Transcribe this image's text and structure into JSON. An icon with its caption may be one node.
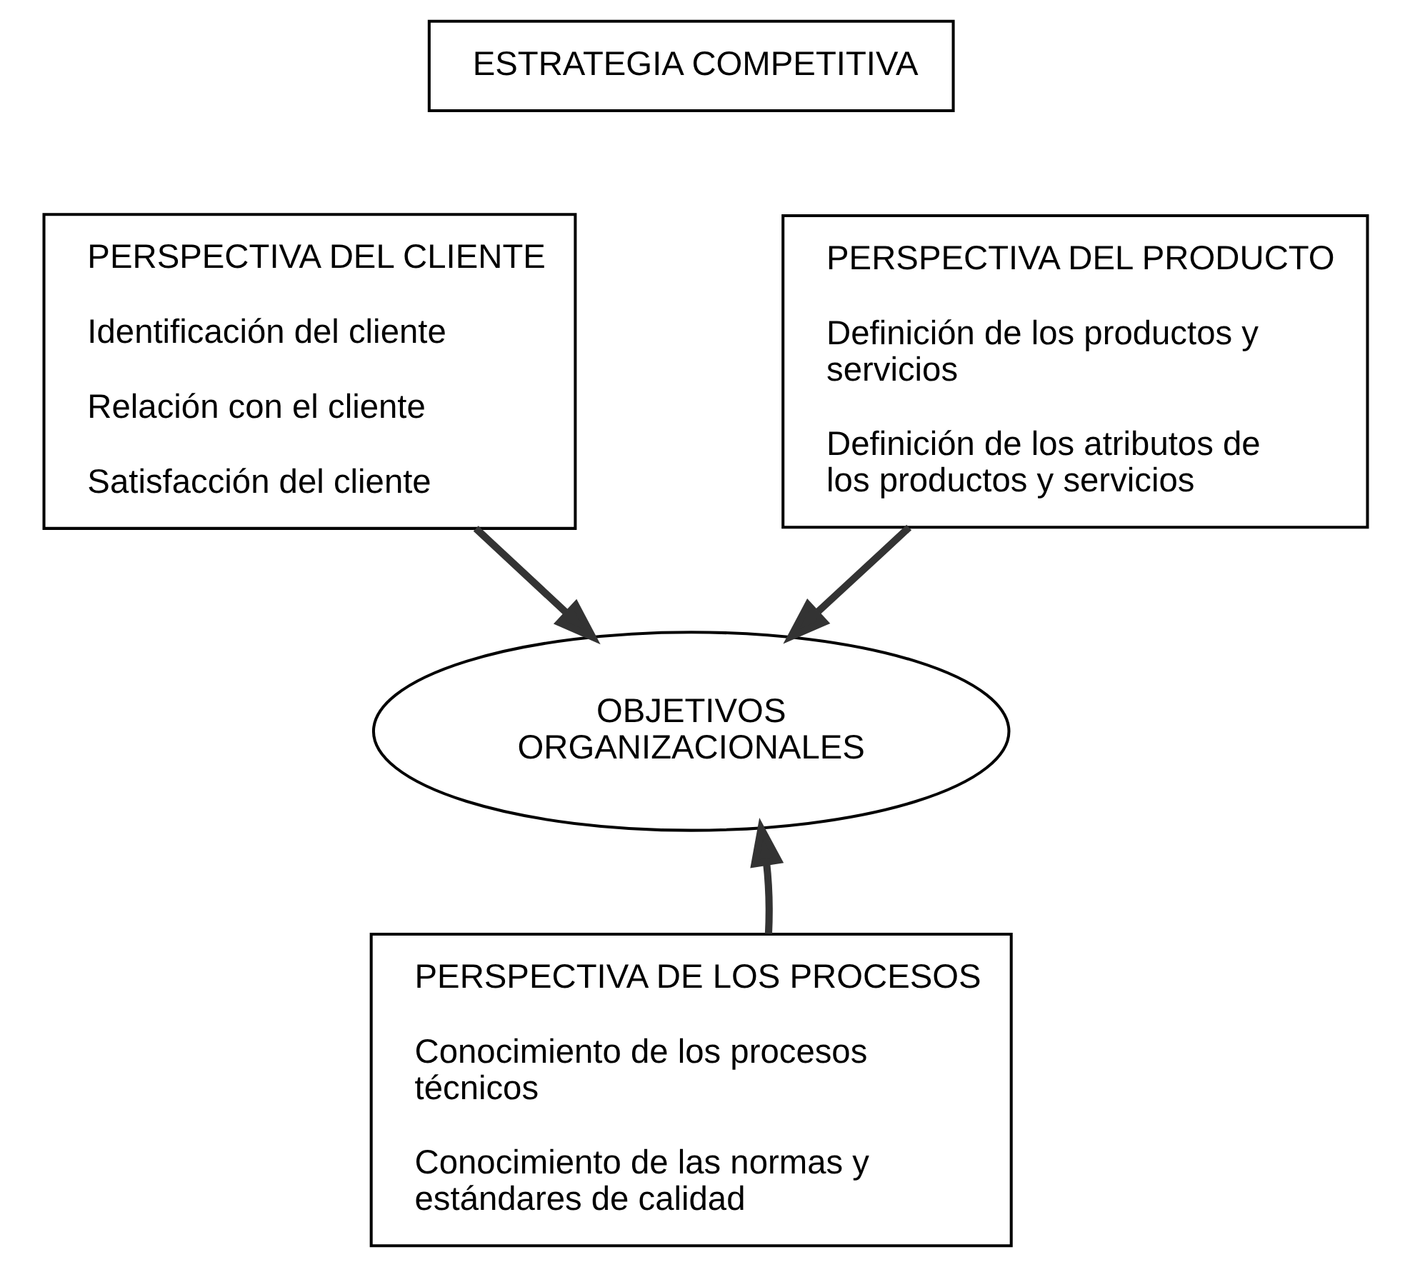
{
  "diagram": {
    "nodes": [
      {
        "text": [
          "ESTRATEGIA COMPETITIVA"
        ]
      },
      {
        "text": [
          "PERSPECTIVA DEL CLIENTE",
          "Identificación del cliente",
          "Relación con el cliente",
          "Satisfacción del cliente"
        ]
      },
      {
        "text": [
          "PERSPECTIVA DEL PRODUCTO",
          "Definición de los productos y servicios",
          "Definición de los atributos de los productos y servicios"
        ]
      },
      {
        "text": [
          "OBJETIVOS ORGANIZACIONALES"
        ]
      },
      {
        "text": [
          "PERSPECTIVA DE LOS PROCESOS",
          "Conocimiento de los procesos técnicos",
          "Conocimiento de las normas y estándares de calidad"
        ]
      }
    ],
    "edges": [
      {
        "from": 1,
        "to": 3,
        "arrow": "to"
      },
      {
        "from": 2,
        "to": 3,
        "arrow": "to"
      },
      {
        "from": 4,
        "to": 3,
        "arrow": "to"
      }
    ]
  }
}
